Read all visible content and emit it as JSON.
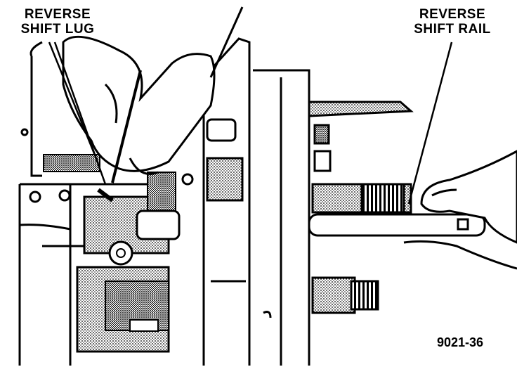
{
  "labels": {
    "reverse_shift_lug_line1": "REVERSE",
    "reverse_shift_lug_line2": "SHIFT LUG",
    "reverse_shift_rail_line1": "REVERSE",
    "reverse_shift_rail_line2": "SHIFT RAIL"
  },
  "figure_number": "9021-36",
  "colors": {
    "ink": "#000000",
    "paper": "#ffffff",
    "shade": "#8a8a8a"
  }
}
